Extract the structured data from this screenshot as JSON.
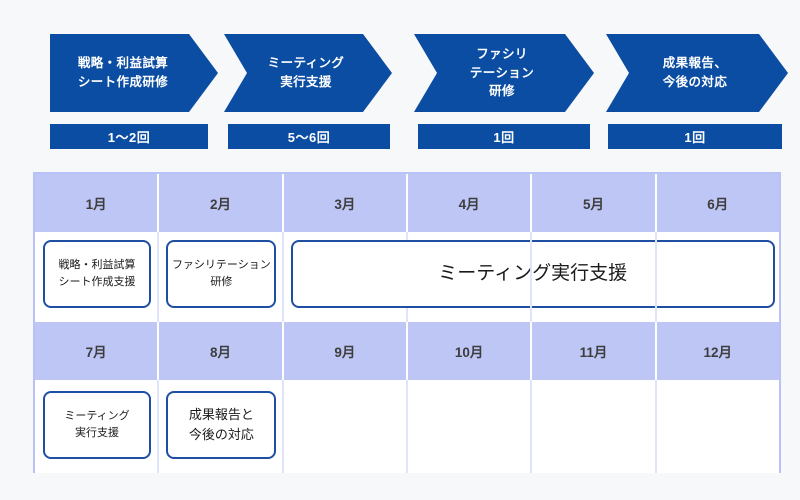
{
  "colors": {
    "brand_blue": "#0b4da2",
    "header_lavender": "#bec6f5",
    "box_border_blue": "#1f4fa3",
    "page_background": "#f7f8fa"
  },
  "process": {
    "phases": [
      {
        "label": "戦略・利益試算\nシート作成研修",
        "count": "1〜2回"
      },
      {
        "label": "ミーティング\n実行支援",
        "count": "5〜6回"
      },
      {
        "label": "ファシリ\nテーション\n研修",
        "count": "1回"
      },
      {
        "label": "成果報告、\n今後の対応",
        "count": "1回"
      }
    ]
  },
  "calendar": {
    "rows": [
      {
        "months": [
          "1月",
          "2月",
          "3月",
          "4月",
          "5月",
          "6月"
        ],
        "tasks": [
          {
            "column": 1,
            "label": "戦略・利益試算\nシート作成支援"
          },
          {
            "column": 2,
            "label": "ファシリテーション\n研修"
          },
          {
            "column": 3,
            "span": 4,
            "label": "ミーティング実行支援"
          }
        ]
      },
      {
        "months": [
          "7月",
          "8月",
          "9月",
          "10月",
          "11月",
          "12月"
        ],
        "tasks": [
          {
            "column": 1,
            "label": "ミーティング\n実行支援"
          },
          {
            "column": 2,
            "label": "成果報告と\n今後の対応"
          }
        ]
      }
    ]
  }
}
